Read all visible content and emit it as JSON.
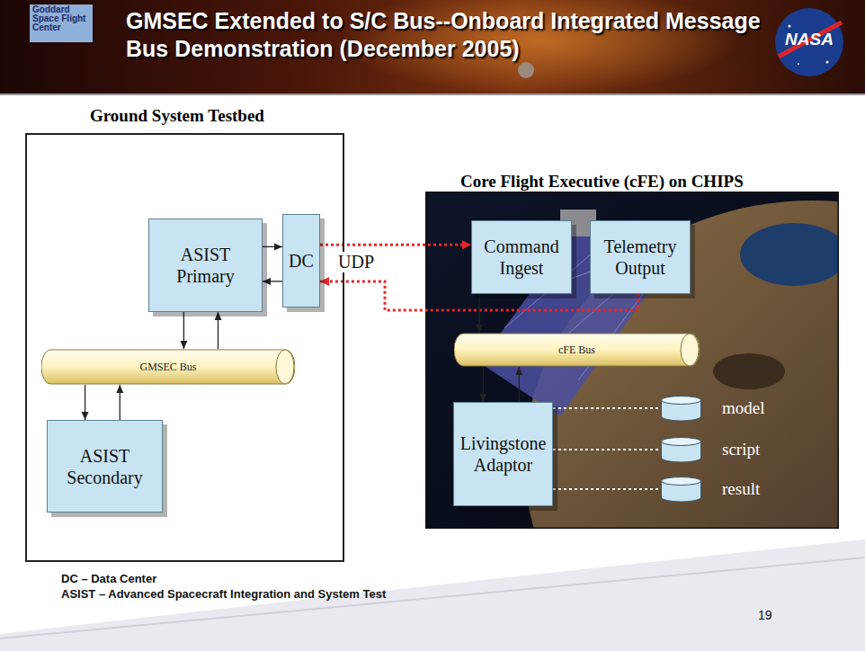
{
  "diagram": {
    "title": "GMSEC Extended to S/C Bus--Onboard Integrated Message Bus Demonstration (December 2005)",
    "nodes": [
      {
        "text": [
          "Ground System Testbed"
        ]
      },
      {
        "text": [
          "ASIST Primary"
        ],
        "in": 0
      },
      {
        "text": [
          "DC"
        ],
        "in": 0
      },
      {
        "text": [
          "GMSEC Bus"
        ],
        "in": 0
      },
      {
        "text": [
          "ASIST Secondary"
        ],
        "in": 0
      },
      {
        "text": [
          "Core Flight Executive (cFE) on CHIPS"
        ]
      },
      {
        "text": [
          "Command Ingest"
        ],
        "in": 5
      },
      {
        "text": [
          "Telemetry Output"
        ],
        "in": 5
      },
      {
        "text": [
          "cFE Bus"
        ],
        "in": 5
      },
      {
        "text": [
          "Livingstone Adaptor"
        ],
        "in": 5
      },
      {
        "text": [
          "model"
        ],
        "in": 5
      },
      {
        "text": [
          "script"
        ],
        "in": 5
      },
      {
        "text": [
          "result"
        ],
        "in": 5
      }
    ],
    "edges": [
      {
        "from": 1,
        "to": 2,
        "arrow": "to"
      },
      {
        "from": 2,
        "to": 1,
        "arrow": "to"
      },
      {
        "from": 1,
        "to": 3,
        "arrow": "to"
      },
      {
        "from": 3,
        "to": 1,
        "arrow": "to"
      },
      {
        "from": 3,
        "to": 4,
        "arrow": "to"
      },
      {
        "from": 4,
        "to": 3,
        "arrow": "to"
      },
      {
        "from": 2,
        "to": 6,
        "label": "UDP",
        "arrow": "to"
      },
      {
        "from": 7,
        "to": 2,
        "arrow": "to"
      },
      {
        "from": 6,
        "to": 8,
        "arrow": "to"
      },
      {
        "from": 8,
        "to": 9,
        "arrow": "to"
      },
      {
        "from": 9,
        "to": 8,
        "arrow": "to"
      },
      {
        "from": 9,
        "to": 10,
        "arrow": "none"
      },
      {
        "from": 9,
        "to": 11,
        "arrow": "none"
      },
      {
        "from": 9,
        "to": 12,
        "arrow": "none"
      }
    ],
    "labels": [
      "Goddard Space Flight Center",
      "NASA",
      "DC – Data Center",
      "ASIST – Advanced Spacecraft Integration and System Test",
      "19"
    ]
  }
}
